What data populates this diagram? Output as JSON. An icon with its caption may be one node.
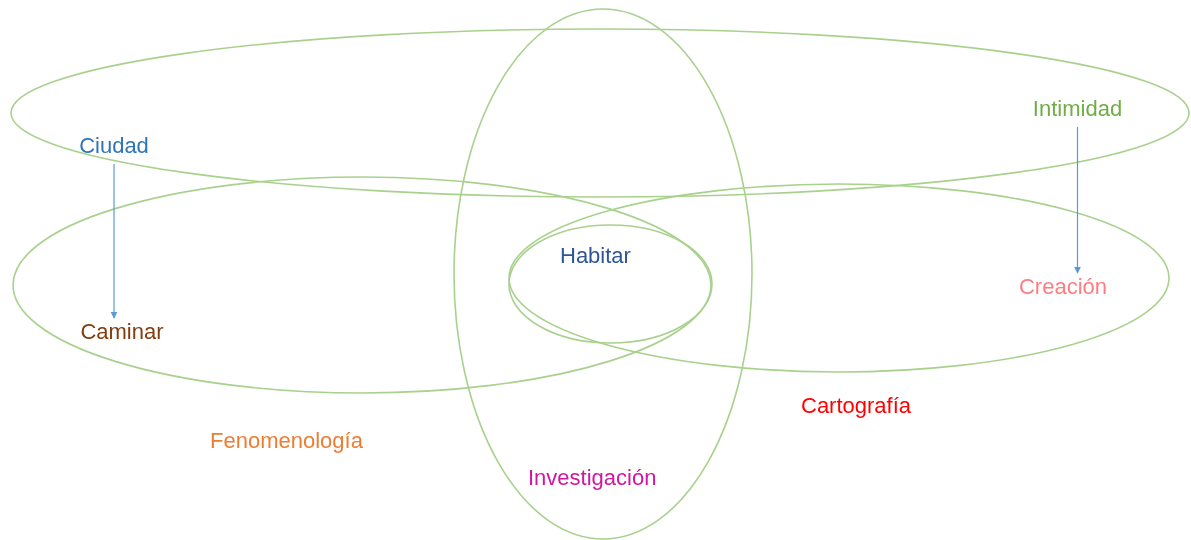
{
  "diagram": {
    "nodes": [
      {
        "text": [],
        "shape": "ellipse"
      },
      {
        "text": [
          "Ciudad"
        ],
        "in": 0
      },
      {
        "text": [
          "Intimidad"
        ],
        "in": 0
      },
      {
        "text": [
          "Investigación"
        ]
      },
      {
        "text": [],
        "shape": "ellipse",
        "beside": [
          "Fenomenología"
        ]
      },
      {
        "text": [
          "Caminar"
        ],
        "in": 4
      },
      {
        "text": [],
        "shape": "ellipse",
        "beside": [
          "Cartografía"
        ]
      },
      {
        "text": [
          "Creación"
        ],
        "in": 6
      },
      {
        "text": [
          "Habitar"
        ]
      }
    ],
    "edges": [
      {
        "from": 1,
        "to": 5,
        "arrow": "to"
      },
      {
        "from": 2,
        "to": 7,
        "arrow": "to"
      }
    ]
  }
}
